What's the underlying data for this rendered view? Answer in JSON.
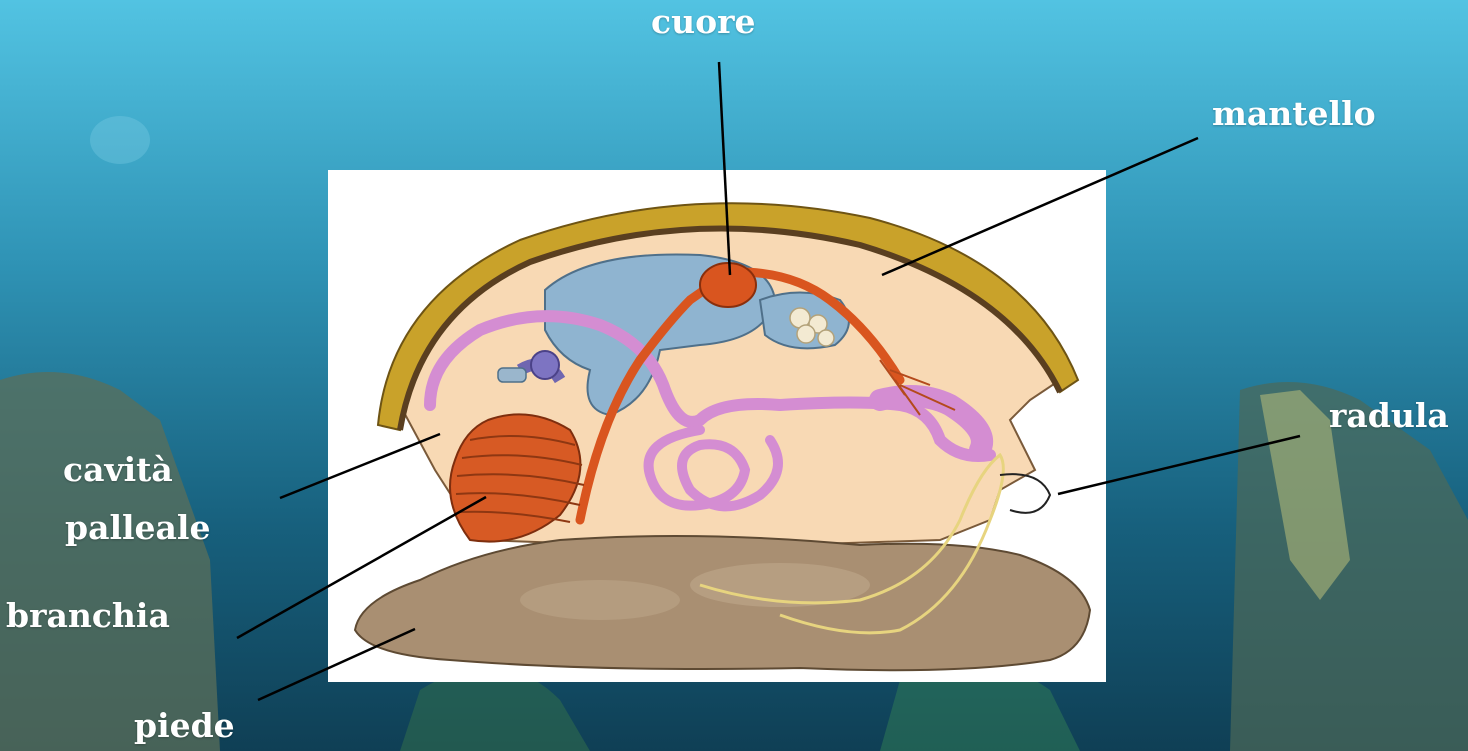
{
  "labels": {
    "cuore": "cuore",
    "mantello": "mantello",
    "radula": "radula",
    "cavita_line1": "cavità",
    "cavita_line2": "palleale",
    "branchia": "branchia",
    "piede": "piede"
  },
  "colors": {
    "background_top": "#4fc0de",
    "background_bottom": "#0f4a63",
    "panel": "#ffffff",
    "shell": "#c9a22a",
    "body": "#f8d9b4",
    "foot": "#a98f72",
    "heart": "#d9551f",
    "gill": "#d75a24",
    "stomach": "#8fb4d0",
    "intestine": "#d48dd2",
    "nerve": "#e7d47f",
    "leader_line": "#000000",
    "label_text": "#ffffff"
  }
}
